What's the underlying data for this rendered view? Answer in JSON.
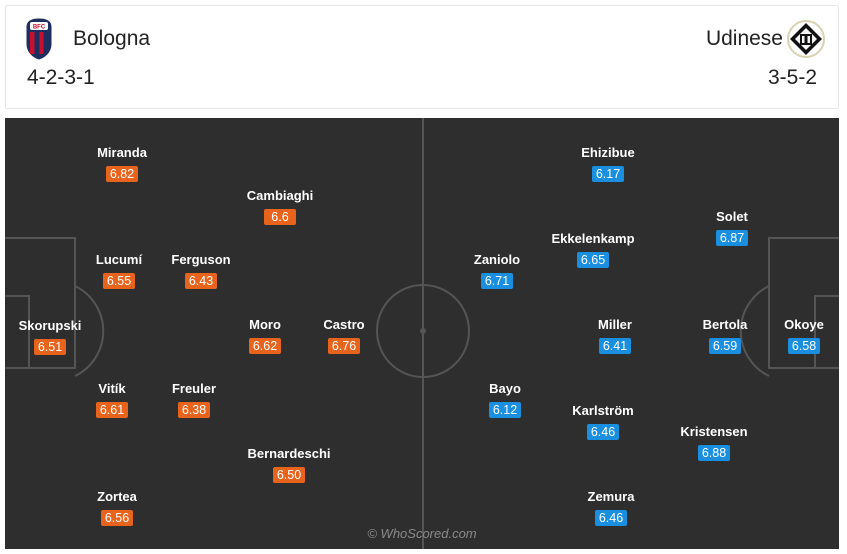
{
  "home": {
    "name": "Bologna",
    "formation": "4-2-3-1",
    "crest": "bologna-crest-icon",
    "players": [
      {
        "name": "Skorupski",
        "rating": "6.51"
      },
      {
        "name": "Miranda",
        "rating": "6.82"
      },
      {
        "name": "Lucumí",
        "rating": "6.55"
      },
      {
        "name": "Vitík",
        "rating": "6.61"
      },
      {
        "name": "Zortea",
        "rating": "6.56"
      },
      {
        "name": "Ferguson",
        "rating": "6.43"
      },
      {
        "name": "Freuler",
        "rating": "6.38"
      },
      {
        "name": "Cambiaghi",
        "rating": "6.6"
      },
      {
        "name": "Moro",
        "rating": "6.62"
      },
      {
        "name": "Bernardeschi",
        "rating": "6.50"
      },
      {
        "name": "Castro",
        "rating": "6.76"
      }
    ]
  },
  "away": {
    "name": "Udinese",
    "formation": "3-5-2",
    "crest": "udinese-crest-icon",
    "players": [
      {
        "name": "Okoye",
        "rating": "6.58"
      },
      {
        "name": "Solet",
        "rating": "6.87"
      },
      {
        "name": "Bertola",
        "rating": "6.59"
      },
      {
        "name": "Kristensen",
        "rating": "6.88"
      },
      {
        "name": "Ehizibue",
        "rating": "6.17"
      },
      {
        "name": "Ekkelenkamp",
        "rating": "6.65"
      },
      {
        "name": "Miller",
        "rating": "6.41"
      },
      {
        "name": "Karlström",
        "rating": "6.46"
      },
      {
        "name": "Zemura",
        "rating": "6.46"
      },
      {
        "name": "Zaniolo",
        "rating": "6.71"
      },
      {
        "name": "Bayo",
        "rating": "6.12"
      }
    ]
  },
  "watermark": "© WhoScored.com",
  "colors": {
    "pitch": "#2e2e2e",
    "pitch_lines": "#555555",
    "home_rating": "#e8641c",
    "away_rating": "#1b8fdf"
  }
}
